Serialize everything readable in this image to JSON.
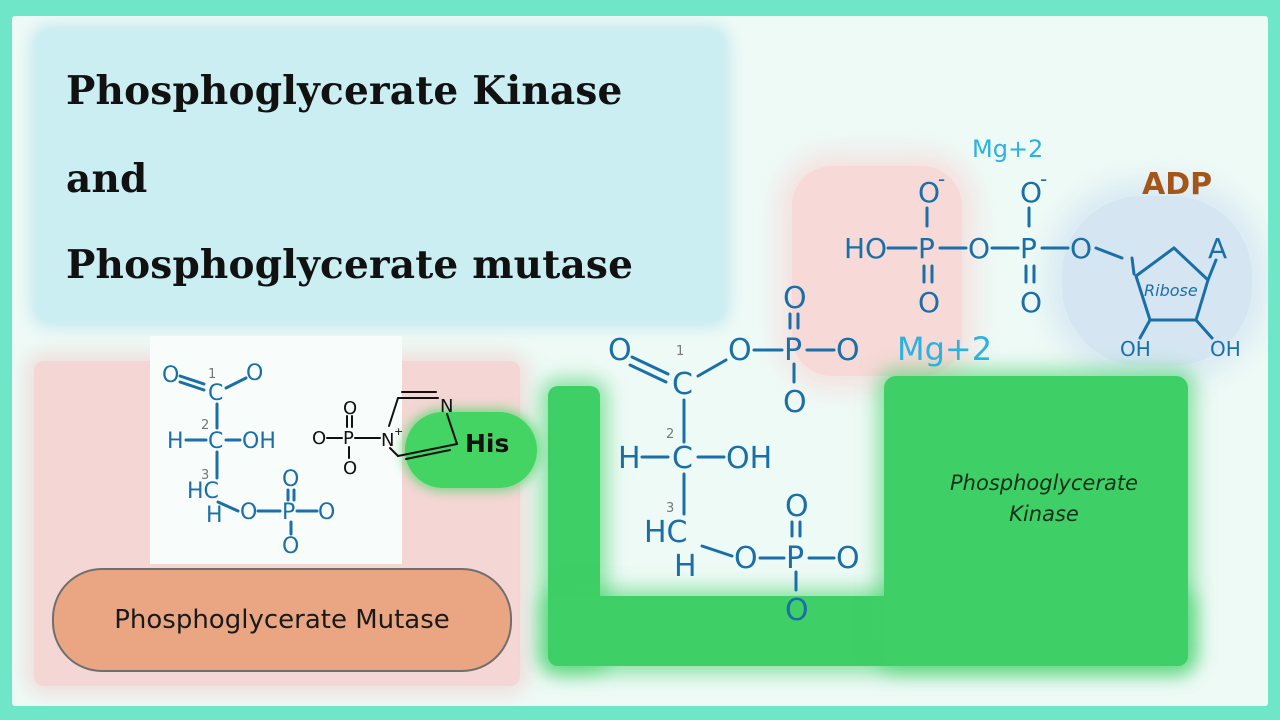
{
  "title": {
    "line1": "Phosphoglycerate Kinase",
    "line2": "and",
    "line3": "Phosphoglycerate mutase"
  },
  "mutase_panel": {
    "histidine_label": "His",
    "enzyme_label": "Phosphoglycerate Mutase",
    "carbon_numbers": [
      "1",
      "2",
      "3"
    ]
  },
  "kinase_panel": {
    "enzyme_label_line1": "Phosphoglycerate",
    "enzyme_label_line2": "Kinase",
    "magnesium_label": "Mg+2",
    "carbon_numbers": [
      "1",
      "2",
      "3"
    ]
  },
  "adp": {
    "label": "ADP",
    "magnesium_label": "Mg+2",
    "sugar_label": "Ribose",
    "base_label": "A",
    "hydroxyl_labels": [
      "OH",
      "OH"
    ]
  },
  "colors": {
    "background_border": "#6fe6c8",
    "title_panel": "#cbeef3",
    "enzyme_green": "#3ecf66",
    "mutase_pill": "#eaa683",
    "molecule_blue": "#1a6fa8",
    "magnesium_cyan": "#2ab2e0",
    "adp_brown": "#a4561a"
  }
}
